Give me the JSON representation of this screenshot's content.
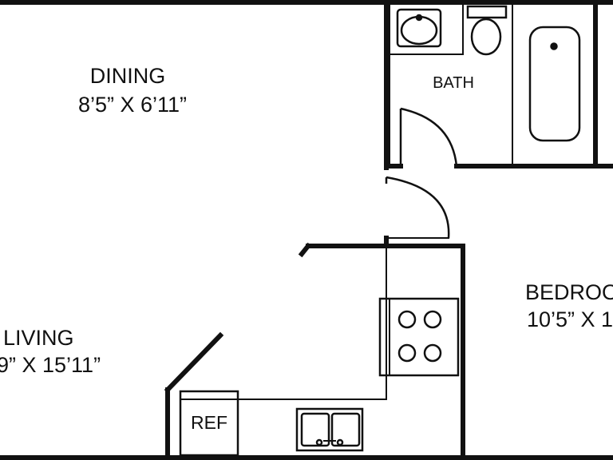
{
  "rooms": {
    "dining": {
      "name": "DINING",
      "dims": "8’5” X 6’11”"
    },
    "bath": {
      "name": "BATH"
    },
    "bedroom": {
      "name": "BEDROOM",
      "dims": "10’5” X 1"
    },
    "living": {
      "name": "LIVING",
      "dims": "9” X 15’11”"
    }
  },
  "appliances": {
    "ref": {
      "label": "REF"
    }
  },
  "colors": {
    "wall": "#111111",
    "background": "#ffffff"
  }
}
